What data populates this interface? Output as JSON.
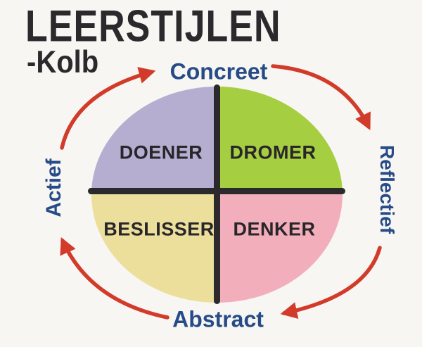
{
  "title": {
    "main": "LEERSTIJLEN",
    "author": "-Kolb"
  },
  "cycle": {
    "top": "Concreet",
    "right": "Reflectief",
    "bottom": "Abstract",
    "left": "Actief"
  },
  "quadrants": [
    {
      "position": "top-left",
      "label": "DOENER",
      "color": "#b5aed0"
    },
    {
      "position": "top-right",
      "label": "DROMER",
      "color": "#a6ce41"
    },
    {
      "position": "bottom-left",
      "label": "BESLISSER",
      "color": "#ecdf9c"
    },
    {
      "position": "bottom-right",
      "label": "DENKER",
      "color": "#f3aebb"
    }
  ],
  "colors": {
    "background": "#f7f6f3",
    "title_text": "#2b292c",
    "axis_text": "#264b87",
    "divider_lines": "#2b292c",
    "arrows": "#d23b2a"
  }
}
